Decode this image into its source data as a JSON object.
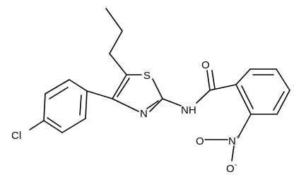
{
  "molecule": {
    "atom_labels": {
      "chlorine": "Cl",
      "sulfur": "S",
      "thiazole_nitrogen": "N",
      "amide_nh": "NH",
      "carbonyl_oxygen": "O",
      "nitro_nitrogen": "N",
      "nitro_n_charge": "+",
      "nitro_oxygen_top": "O",
      "nitro_oxygen_bottom": "O",
      "nitro_o_charge": "-"
    }
  },
  "colors": {
    "bond": "#000000",
    "label": "#000000",
    "background": "#ffffff"
  }
}
